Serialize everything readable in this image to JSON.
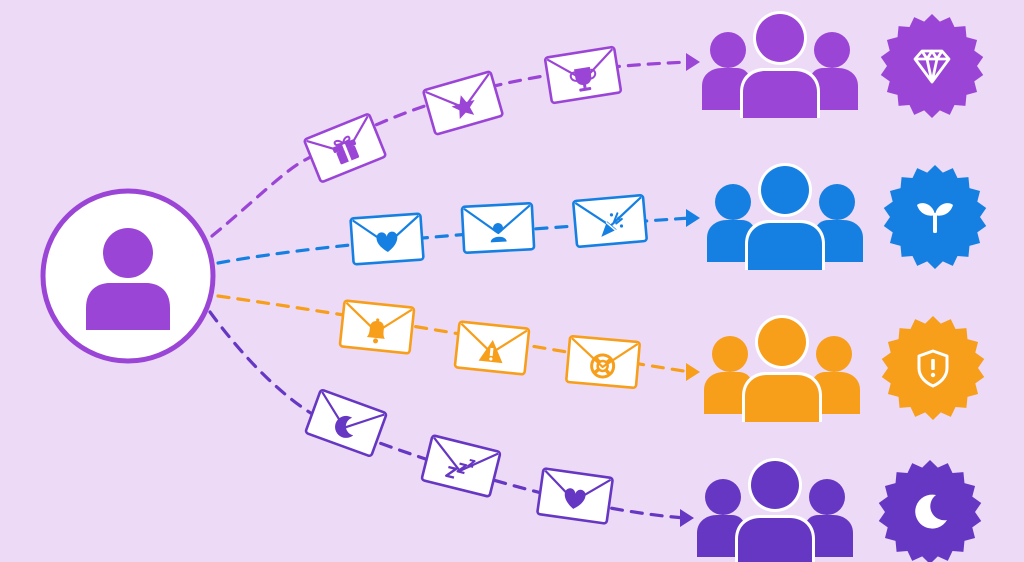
{
  "colors": {
    "background": "#eddaf6",
    "purple": "#9b45d6",
    "blue": "#1680e2",
    "orange": "#f79e1b",
    "indigo": "#6637c2",
    "envelope_fill": "#ffffff"
  },
  "sender": {
    "icon": "user-icon",
    "ring_color": "#9b45d6"
  },
  "segments": [
    {
      "id": "vip",
      "color_key": "purple",
      "envelopes": [
        "gift-icon",
        "star-icon",
        "trophy-icon"
      ],
      "group_icon": "user-group-icon",
      "badge_icon": "diamond-icon"
    },
    {
      "id": "new",
      "color_key": "blue",
      "envelopes": [
        "heart-icon",
        "user-icon",
        "party-popper-icon"
      ],
      "group_icon": "user-group-icon",
      "badge_icon": "sprout-icon"
    },
    {
      "id": "at-risk",
      "color_key": "orange",
      "envelopes": [
        "bell-icon",
        "warning-icon",
        "lifebuoy-icon"
      ],
      "group_icon": "user-group-icon",
      "badge_icon": "shield-alert-icon"
    },
    {
      "id": "dormant",
      "color_key": "indigo",
      "envelopes": [
        "moon-icon",
        "sleep-zzz-icon",
        "heart-icon"
      ],
      "group_icon": "user-group-icon",
      "badge_icon": "moon-icon"
    }
  ]
}
